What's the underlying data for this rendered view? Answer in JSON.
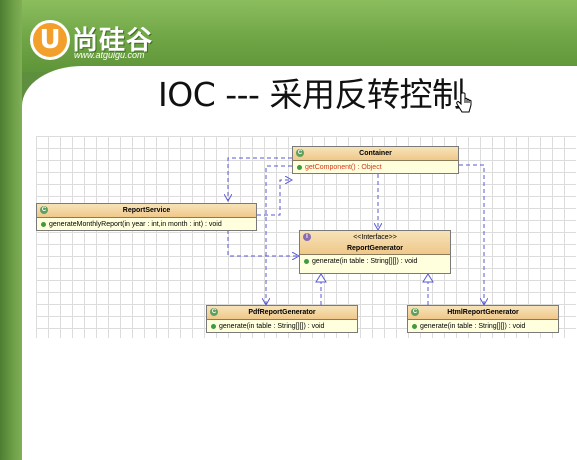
{
  "brand": {
    "logo_letter": "U",
    "name": "尚硅谷",
    "url": "www.atguigu.com"
  },
  "slide": {
    "title": "IOC --- 采用反转控制"
  },
  "diagram": {
    "container": {
      "name": "Container",
      "kind_icon": "C",
      "operation": "getComponent() : Object"
    },
    "report_service": {
      "name": "ReportService",
      "kind_icon": "C",
      "operation": "generateMonthlyReport(in year : int,in month : int) : void"
    },
    "report_generator": {
      "stereotype": "<<Interface>>",
      "name": "ReportGenerator",
      "kind_icon": "I",
      "operation": "generate(in table : String[][]) : void"
    },
    "pdf_generator": {
      "name": "PdfReportGenerator",
      "kind_icon": "C",
      "operation": "generate(in table : String[][]) : void"
    },
    "html_generator": {
      "name": "HtmlReportGenerator",
      "kind_icon": "C",
      "operation": "generate(in table : String[][]) : void"
    }
  },
  "colors": {
    "class_fill": "#ffffdd",
    "class_header": "#f0c88a",
    "dependency_line": "#5a5ad6",
    "realization_line": "#5a5ad6",
    "operation_highlight": "#d03a1a"
  }
}
